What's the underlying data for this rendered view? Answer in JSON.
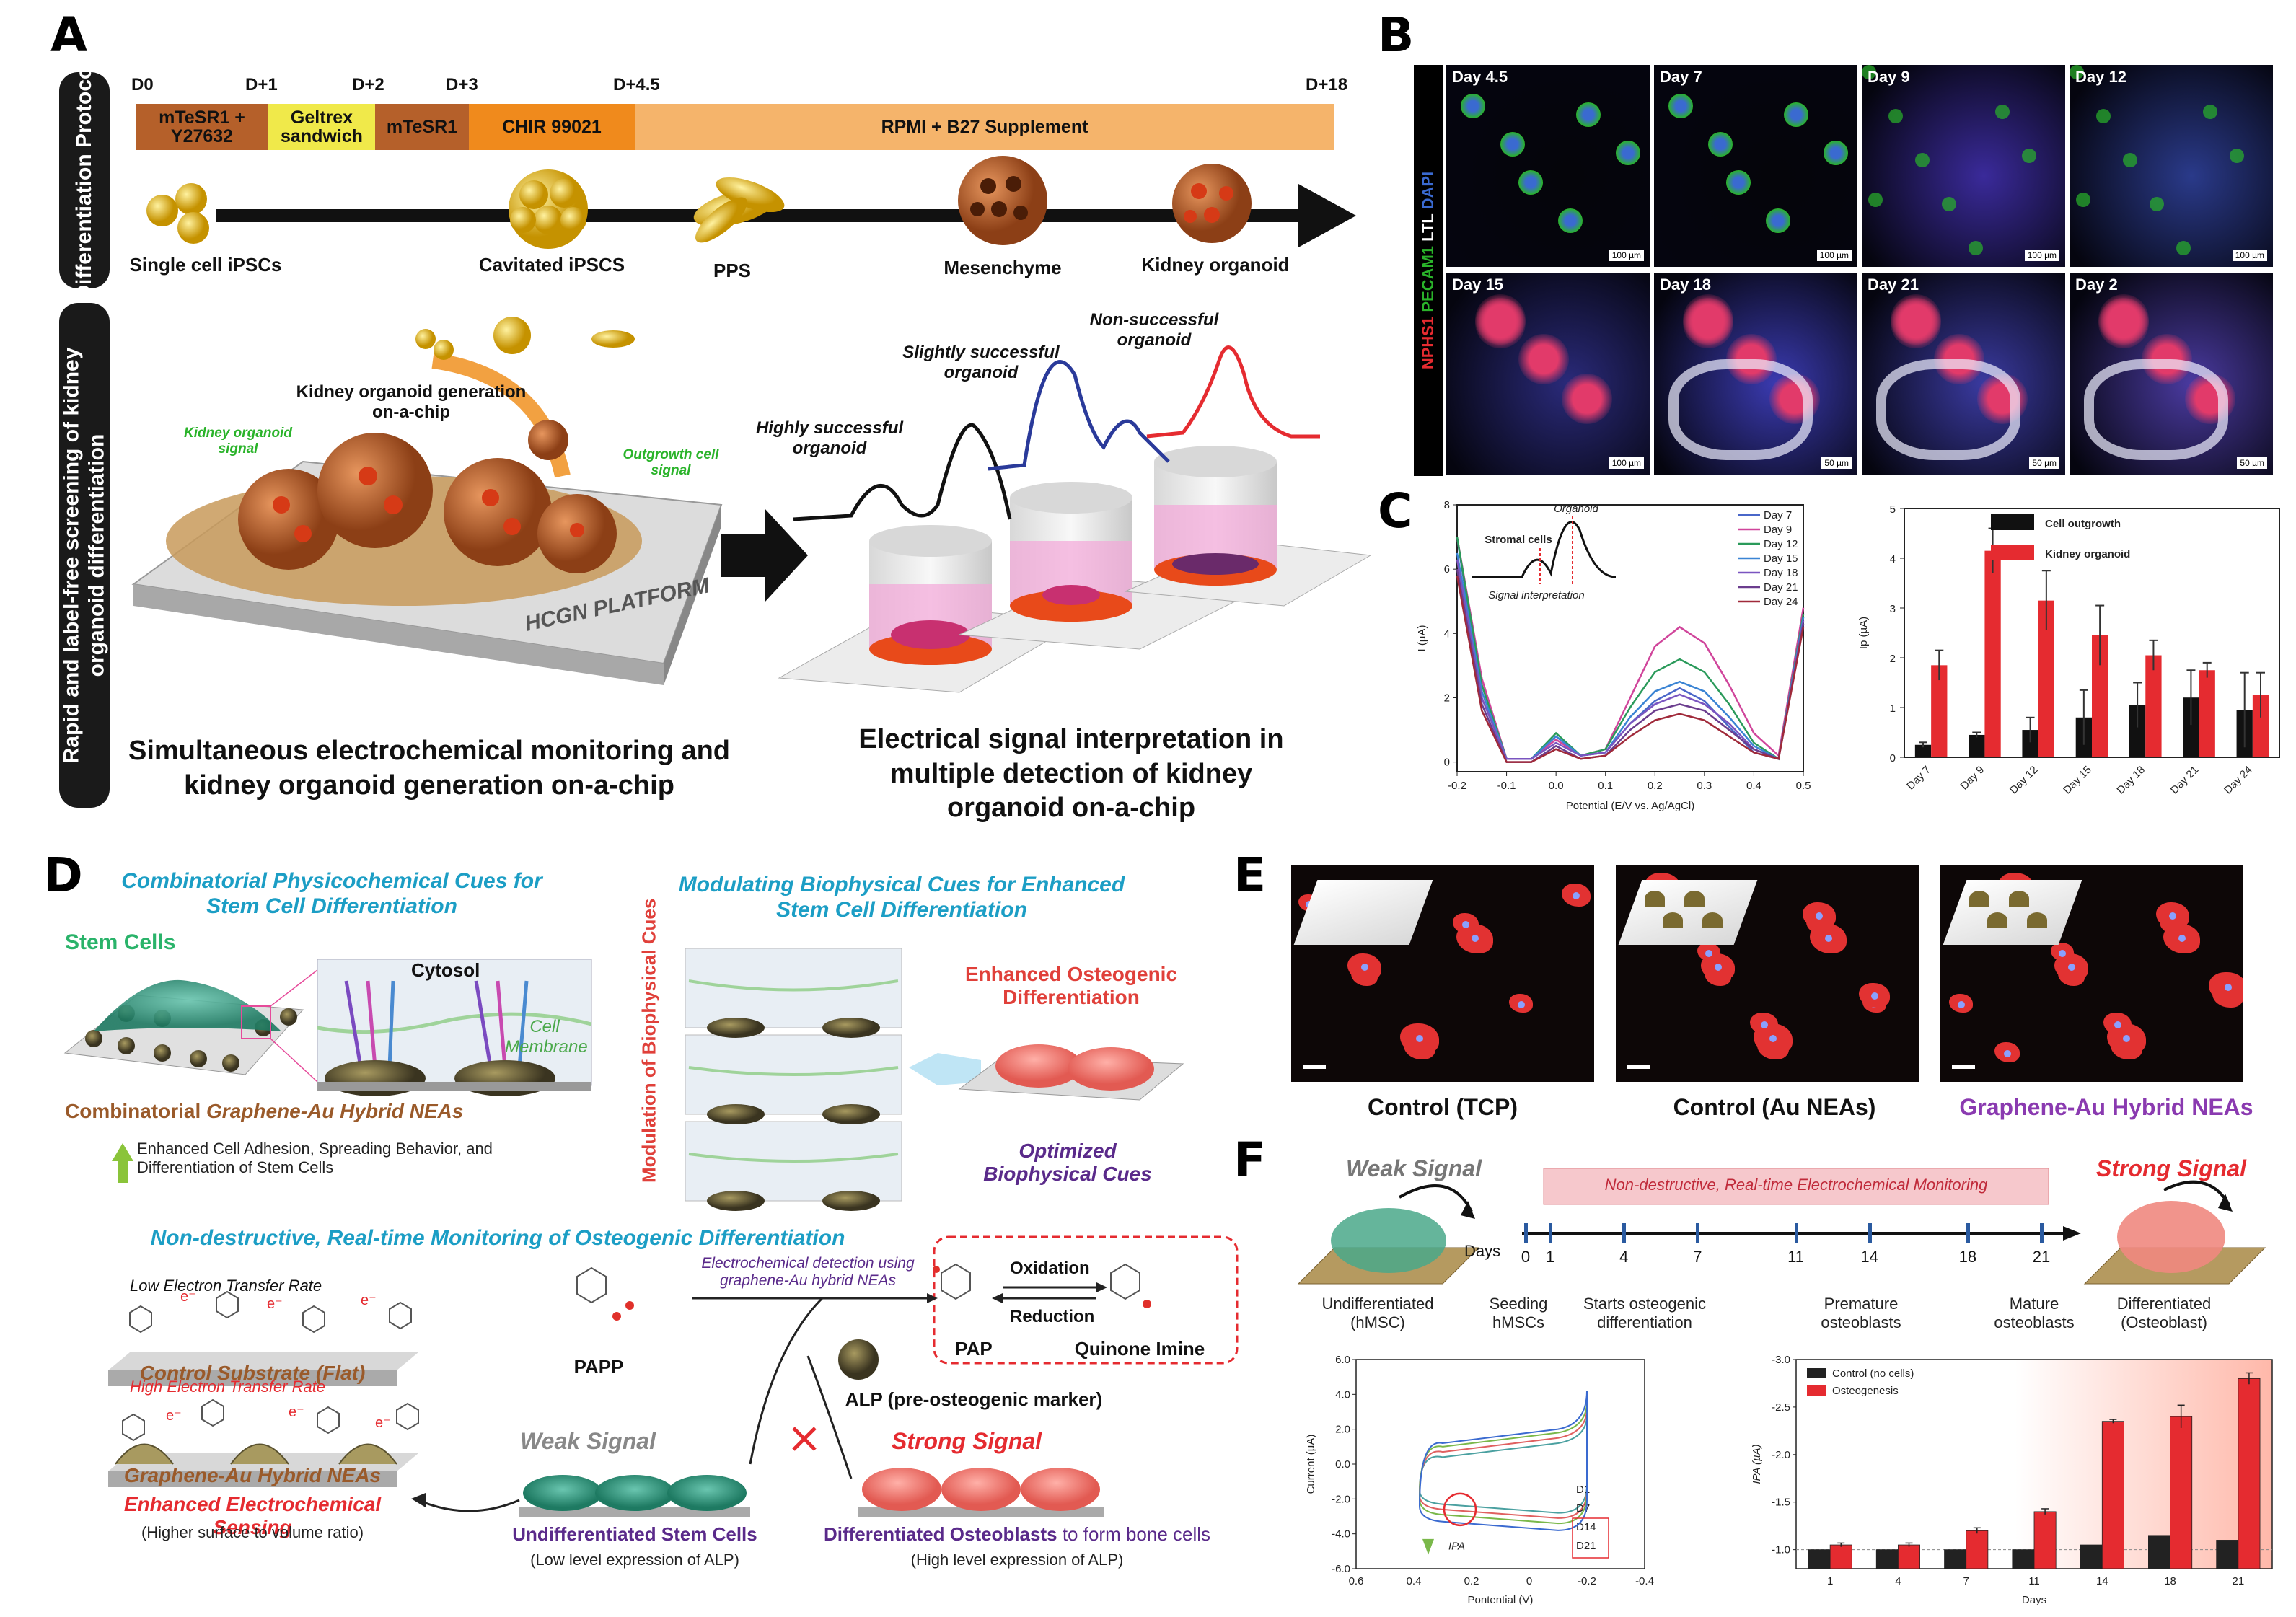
{
  "labels": {
    "a": "A",
    "b": "B",
    "c": "C",
    "d": "D",
    "e": "E",
    "f": "F"
  },
  "panelA": {
    "side_protocol": "Differentiation Protocol",
    "side_screening": "Rapid and label-free screening of kidney organoid differentiation",
    "day_labels": [
      "D0",
      "D+1",
      "D+2",
      "D+3",
      "D+4.5",
      "D+18"
    ],
    "segments": [
      "mTeSR1 + Y27632",
      "Geltrex sandwich",
      "mTeSR1",
      "CHIR 99021",
      "RPMI + B27 Supplement"
    ],
    "segment_colors": [
      "#b5602a",
      "#f0e94a",
      "#b5602a",
      "#f08a1c",
      "#f5b46b"
    ],
    "stages": [
      "Single cell iPSCs",
      "Cavitated iPSCS",
      "PPS",
      "Mesenchyme",
      "Kidney organoid"
    ],
    "chip_title": "Kidney organoid generation on-a-chip",
    "chip_signal1": "Kidney organoid signal",
    "chip_signal2": "Outgrowth cell signal",
    "platform": "HCGN PLATFORM",
    "organoid_high": "Highly successful organoid",
    "organoid_slight": "Slightly successful organoid",
    "organoid_non": "Non-successful organoid",
    "caption_left": "Simultaneous electrochemical monitoring and kidney organoid generation on-a-chip",
    "caption_right": "Electrical signal interpretation in multiple detection of kidney organoid on-a-chip"
  },
  "panelB": {
    "side_nphs": "NPHS1",
    "side_pecam": "PECAM1",
    "side_ltl": "LTL",
    "side_dapi": "DAPI",
    "tiles": [
      {
        "day": "Day 4.5",
        "scale": "100 µm"
      },
      {
        "day": "Day 7",
        "scale": "100 µm"
      },
      {
        "day": "Day 9",
        "scale": "100 µm"
      },
      {
        "day": "Day 12",
        "scale": "100 µm"
      },
      {
        "day": "Day 15",
        "scale": "100 µm"
      },
      {
        "day": "Day 18",
        "scale": "50 µm"
      },
      {
        "day": "Day 21",
        "scale": "50 µm"
      },
      {
        "day": "Day 2",
        "scale": "50 µm"
      }
    ]
  },
  "panelC_inset": {
    "stromal": "Stromal cells",
    "organoid": "Organoid",
    "interp": "Signal interpretation"
  },
  "chart_data": [
    {
      "type": "line",
      "xlabel": "Potential (E/V vs. Ag/AgCl)",
      "ylabel": "I (µA)",
      "xlim": [
        -0.2,
        0.5
      ],
      "ylim": [
        -0.3,
        8
      ],
      "xticks": [
        "-0.2",
        "-0.1",
        "0.0",
        "0.1",
        "0.2",
        "0.3",
        "0.4",
        "0.5"
      ],
      "yticks": [
        "0",
        "2",
        "4",
        "6",
        "8"
      ],
      "series": [
        {
          "name": "Day 7",
          "color": "#4a67c9",
          "x": [
            -0.2,
            -0.15,
            -0.1,
            -0.05,
            0.0,
            0.05,
            0.1,
            0.15,
            0.2,
            0.25,
            0.3,
            0.35,
            0.4,
            0.45,
            0.5
          ],
          "y": [
            7.0,
            2.0,
            0.1,
            0.1,
            0.8,
            0.2,
            0.3,
            1.2,
            1.9,
            2.3,
            1.9,
            1.1,
            0.3,
            0.1,
            4.5
          ]
        },
        {
          "name": "Day 9",
          "color": "#d0459b",
          "x": [
            -0.2,
            -0.15,
            -0.1,
            -0.05,
            0.0,
            0.05,
            0.1,
            0.15,
            0.2,
            0.25,
            0.3,
            0.35,
            0.4,
            0.45,
            0.5
          ],
          "y": [
            7.0,
            2.6,
            0.1,
            0.1,
            0.7,
            0.2,
            0.4,
            2.0,
            3.6,
            4.2,
            3.7,
            2.4,
            0.9,
            0.2,
            4.8
          ]
        },
        {
          "name": "Day 12",
          "color": "#2a9a5a",
          "x": [
            -0.2,
            -0.15,
            -0.1,
            -0.05,
            0.0,
            0.05,
            0.1,
            0.15,
            0.2,
            0.25,
            0.3,
            0.35,
            0.4,
            0.45,
            0.5
          ],
          "y": [
            7.0,
            2.4,
            0.1,
            0.1,
            0.9,
            0.2,
            0.4,
            1.7,
            2.8,
            3.2,
            2.8,
            1.8,
            0.6,
            0.1,
            4.6
          ]
        },
        {
          "name": "Day 15",
          "color": "#3a84d4",
          "x": [
            -0.2,
            -0.15,
            -0.1,
            -0.05,
            0.0,
            0.05,
            0.1,
            0.15,
            0.2,
            0.25,
            0.3,
            0.35,
            0.4,
            0.45,
            0.5
          ],
          "y": [
            6.5,
            2.2,
            0.1,
            0.1,
            0.8,
            0.2,
            0.3,
            1.4,
            2.2,
            2.5,
            2.2,
            1.4,
            0.5,
            0.1,
            4.5
          ]
        },
        {
          "name": "Day 18",
          "color": "#7a55c0",
          "x": [
            -0.2,
            -0.15,
            -0.1,
            -0.05,
            0.0,
            0.05,
            0.1,
            0.15,
            0.2,
            0.25,
            0.3,
            0.35,
            0.4,
            0.45,
            0.5
          ],
          "y": [
            6.3,
            2.0,
            0.1,
            0.1,
            0.6,
            0.2,
            0.3,
            1.2,
            1.8,
            2.1,
            1.8,
            1.2,
            0.4,
            0.1,
            4.4
          ]
        },
        {
          "name": "Day 21",
          "color": "#6b3d8e",
          "x": [
            -0.2,
            -0.15,
            -0.1,
            -0.05,
            0.0,
            0.05,
            0.1,
            0.15,
            0.2,
            0.25,
            0.3,
            0.35,
            0.4,
            0.45,
            0.5
          ],
          "y": [
            6.0,
            1.8,
            0.0,
            0.0,
            0.5,
            0.1,
            0.2,
            1.0,
            1.6,
            1.8,
            1.6,
            1.0,
            0.4,
            0.1,
            4.3
          ]
        },
        {
          "name": "Day 24",
          "color": "#a02a3a",
          "x": [
            -0.2,
            -0.15,
            -0.1,
            -0.05,
            0.0,
            0.05,
            0.1,
            0.15,
            0.2,
            0.25,
            0.3,
            0.35,
            0.4,
            0.45,
            0.5
          ],
          "y": [
            5.8,
            1.6,
            0.0,
            0.0,
            0.4,
            0.1,
            0.2,
            0.8,
            1.3,
            1.5,
            1.3,
            0.8,
            0.3,
            0.1,
            4.2
          ]
        }
      ]
    },
    {
      "type": "bar",
      "ylabel": "Ip (µA)",
      "ylim": [
        0,
        5
      ],
      "yticks": [
        "0",
        "1",
        "2",
        "3",
        "4",
        "5"
      ],
      "categories": [
        "Day 7",
        "Day 9",
        "Day 12",
        "Day 15",
        "Day 18",
        "Day 21",
        "Day 24"
      ],
      "series": [
        {
          "name": "Cell outgrowth",
          "color": "#111111",
          "values": [
            0.25,
            0.45,
            0.55,
            0.8,
            1.05,
            1.2,
            0.95
          ],
          "err": [
            0.05,
            0.05,
            0.25,
            0.55,
            0.45,
            0.55,
            0.75
          ]
        },
        {
          "name": "Kidney organoid",
          "color": "#e52b30",
          "values": [
            1.85,
            4.15,
            3.15,
            2.45,
            2.05,
            1.75,
            1.25
          ],
          "err": [
            0.3,
            0.45,
            0.6,
            0.6,
            0.3,
            0.15,
            0.45
          ]
        }
      ]
    },
    {
      "type": "line",
      "xlabel": "Pontential (V)",
      "ylabel": "Current (µA)",
      "xlim": [
        0.6,
        -0.4
      ],
      "ylim": [
        -6,
        6
      ],
      "xticks": [
        "0.6",
        "0.4",
        "0.2",
        "0",
        "-0.2",
        "-0.4"
      ],
      "yticks": [
        "6.0",
        "4.0",
        "2.0",
        "0.0",
        "-2.0",
        "-4.0",
        "-6.0"
      ],
      "series": [
        {
          "name": "D1",
          "color": "#4aa0a0",
          "loop": [
            2.8,
            1.2,
            -1.5,
            -2.8
          ]
        },
        {
          "name": "D7",
          "color": "#e06060",
          "loop": [
            3.2,
            1.5,
            -1.8,
            -3.1
          ]
        },
        {
          "name": "D14",
          "color": "#7ab84a",
          "loop": [
            3.6,
            1.8,
            -2.0,
            -3.4
          ]
        },
        {
          "name": "D21",
          "color": "#3a6ad0",
          "loop": [
            4.2,
            2.0,
            -2.4,
            -3.8
          ]
        }
      ],
      "annotation": "IPA"
    },
    {
      "type": "bar",
      "xlabel": "Days",
      "ylabel": "IPA (µA)",
      "ylim": [
        -0.8,
        -3.0
      ],
      "yticks": [
        "-3.0",
        "-2.5",
        "-2.0",
        "-1.5",
        "-1.0"
      ],
      "categories": [
        "1",
        "4",
        "7",
        "11",
        "14",
        "18",
        "21"
      ],
      "series": [
        {
          "name": "Control (no cells)",
          "color": "#222222",
          "values": [
            -1.0,
            -1.0,
            -1.0,
            -1.0,
            -1.05,
            -1.15,
            -1.1
          ]
        },
        {
          "name": "Osteogenesis",
          "color": "#e52b30",
          "values": [
            -1.05,
            -1.05,
            -1.2,
            -1.4,
            -2.35,
            -2.4,
            -2.8
          ],
          "err": [
            0.02,
            0.02,
            0.03,
            0.03,
            0.02,
            0.12,
            0.06
          ]
        }
      ]
    }
  ],
  "panelD": {
    "t1": "Combinatorial Physicochemical Cues for Stem Cell Differentiation",
    "t2": "Modulating Biophysical Cues for Enhanced Stem Cell Differentiation",
    "stem_cells": "Stem Cells",
    "cytosol": "Cytosol",
    "membrane": "Cell Membrane",
    "combi": "Combinatorial Graphene-Au Hybrid NEAs",
    "combi_a": "Combinatorial ",
    "combi_b": "Graphene-Au Hybrid NEAs",
    "enhanced_adhesion": "Enhanced Cell Adhesion, Spreading Behavior, and Differentiation of Stem Cells",
    "modulation": "Modulation of Biophysical Cues",
    "osteo": "Enhanced Osteogenic Differentiation",
    "optimized": "Optimized Biophysical Cues",
    "t3": "Non-destructive, Real-time Monitoring of Osteogenic Differentiation",
    "low_rate": "Low Electron Transfer Rate",
    "control_sub": "Control Substrate (Flat)",
    "high_rate": "High Electron Transfer Rate",
    "hybrid": "Graphene-Au Hybrid NEAs",
    "sensing": "Enhanced Electrochemical Sensing",
    "ratio": "(Higher surface to volume ratio)",
    "ec_detect": "Electrochemical detection using graphene-Au hybrid NEAs",
    "oxidation": "Oxidation",
    "reduction": "Reduction",
    "pap": "PAP",
    "qi": "Quinone Imine",
    "papp": "PAPP",
    "alp": "ALP (pre-osteogenic marker)",
    "weak": "Weak Signal",
    "strong": "Strong Signal",
    "undiff": "Undifferentiated Stem Cells",
    "undiff_sub": "(Low level expression of ALP)",
    "diff_a": "Differentiated Osteoblasts",
    "diff_b": " to form bone cells",
    "diff_sub": "(High level expression of ALP)",
    "electron": "e⁻"
  },
  "panelE": {
    "captions": [
      "Control (TCP)",
      "Control (Au NEAs)",
      "Graphene-Au Hybrid NEAs"
    ]
  },
  "panelF": {
    "weak": "Weak Signal",
    "strong": "Strong Signal",
    "banner": "Non-destructive, Real-time Electrochemical Monitoring",
    "days_label": "Days",
    "ticks": [
      "0",
      "1",
      "4",
      "7",
      "11",
      "14",
      "18",
      "21"
    ],
    "undiff": "Undifferentiated (hMSC)",
    "seeding": "Seeding hMSCs",
    "starts": "Starts osteogenic differentiation",
    "premature": "Premature osteoblasts",
    "mature": "Mature osteoblasts",
    "diff": "Differentiated (Osteoblast)"
  }
}
